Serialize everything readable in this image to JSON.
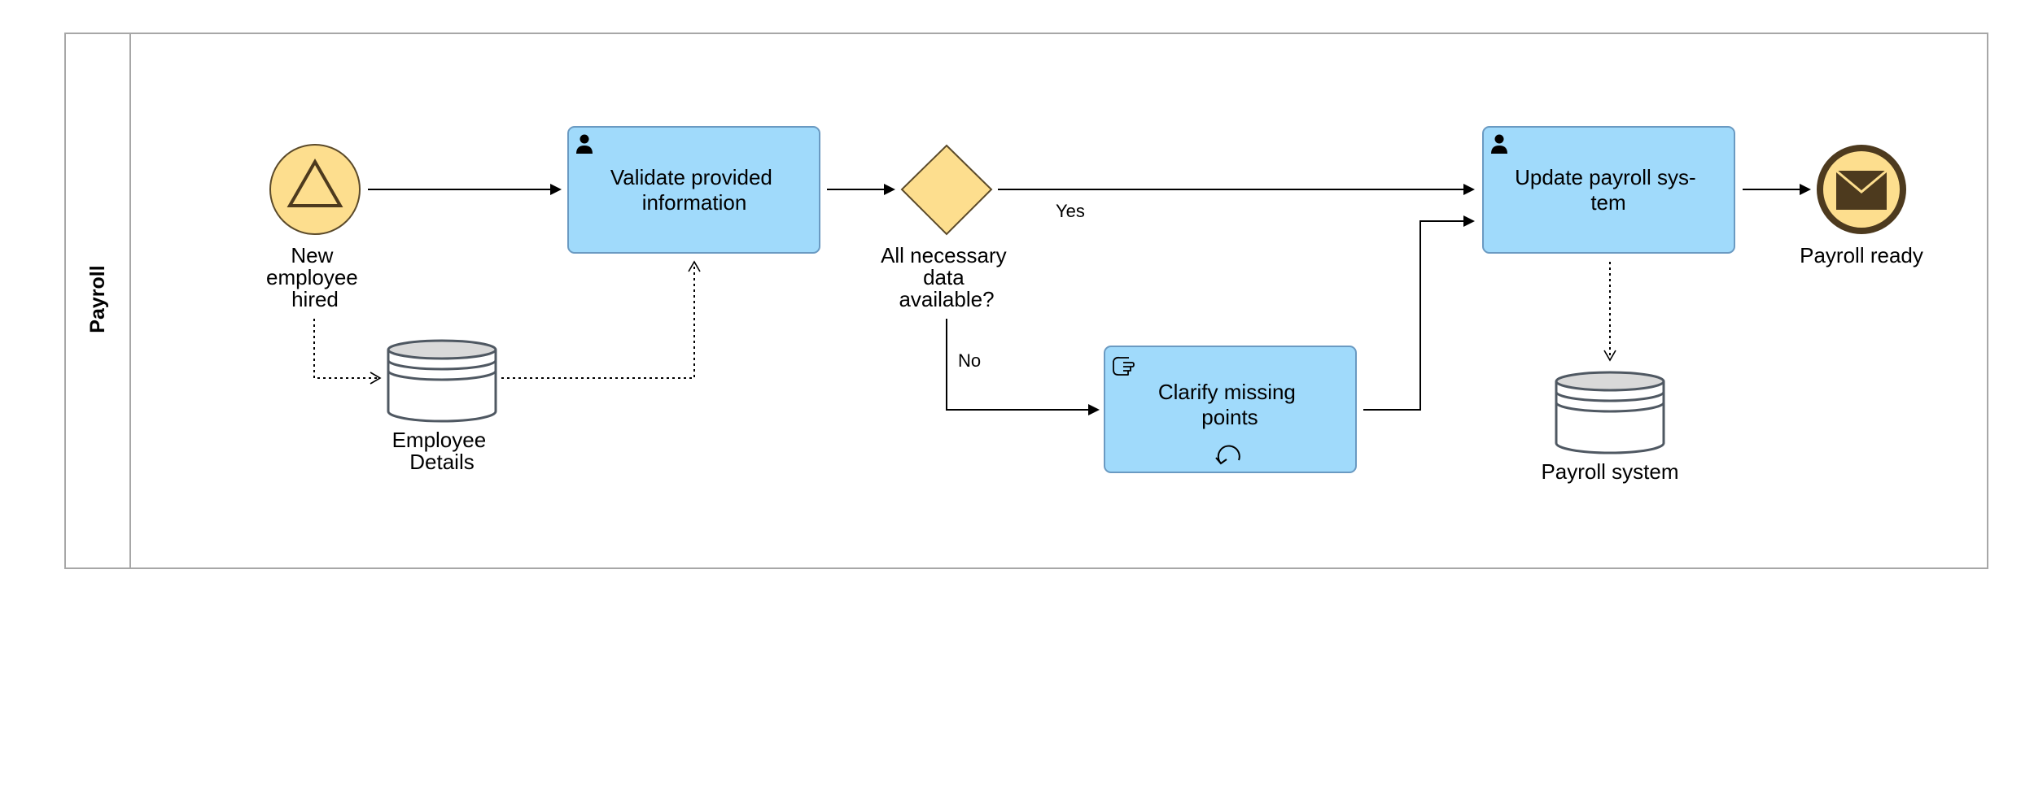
{
  "pool": {
    "lane_label": "Payroll"
  },
  "start_event": {
    "label_lines": [
      "New",
      "employee",
      "hired"
    ],
    "icon": "signal-triangle-icon"
  },
  "tasks": {
    "validate": {
      "label_lines": [
        "Validate provided",
        "information"
      ],
      "marker": "user-icon"
    },
    "update": {
      "label_lines": [
        "Update payroll sys-",
        "tem"
      ],
      "marker": "user-icon"
    },
    "clarify": {
      "label_lines": [
        "Clarify missing",
        "points"
      ],
      "marker": "manual-hand-icon",
      "loop_marker": "loop-icon"
    }
  },
  "gateway": {
    "label_lines": [
      "All necessary",
      "data",
      "available?"
    ]
  },
  "end_event": {
    "label": "Payroll ready",
    "icon": "message-envelope-icon"
  },
  "data_stores": {
    "employee": {
      "label_lines": [
        "Employee",
        "Details"
      ]
    },
    "payroll": {
      "label": "Payroll system"
    }
  },
  "flows": {
    "yes_label": "Yes",
    "no_label": "No"
  },
  "colors": {
    "task_fill": "#A0DAFB",
    "task_stroke": "#6A9AC2",
    "event_fill": "#FDDE8E",
    "end_event_stroke": "#4D3A1E",
    "datastore_stroke": "#4F5862",
    "pool_stroke": "#A7A7A7"
  }
}
